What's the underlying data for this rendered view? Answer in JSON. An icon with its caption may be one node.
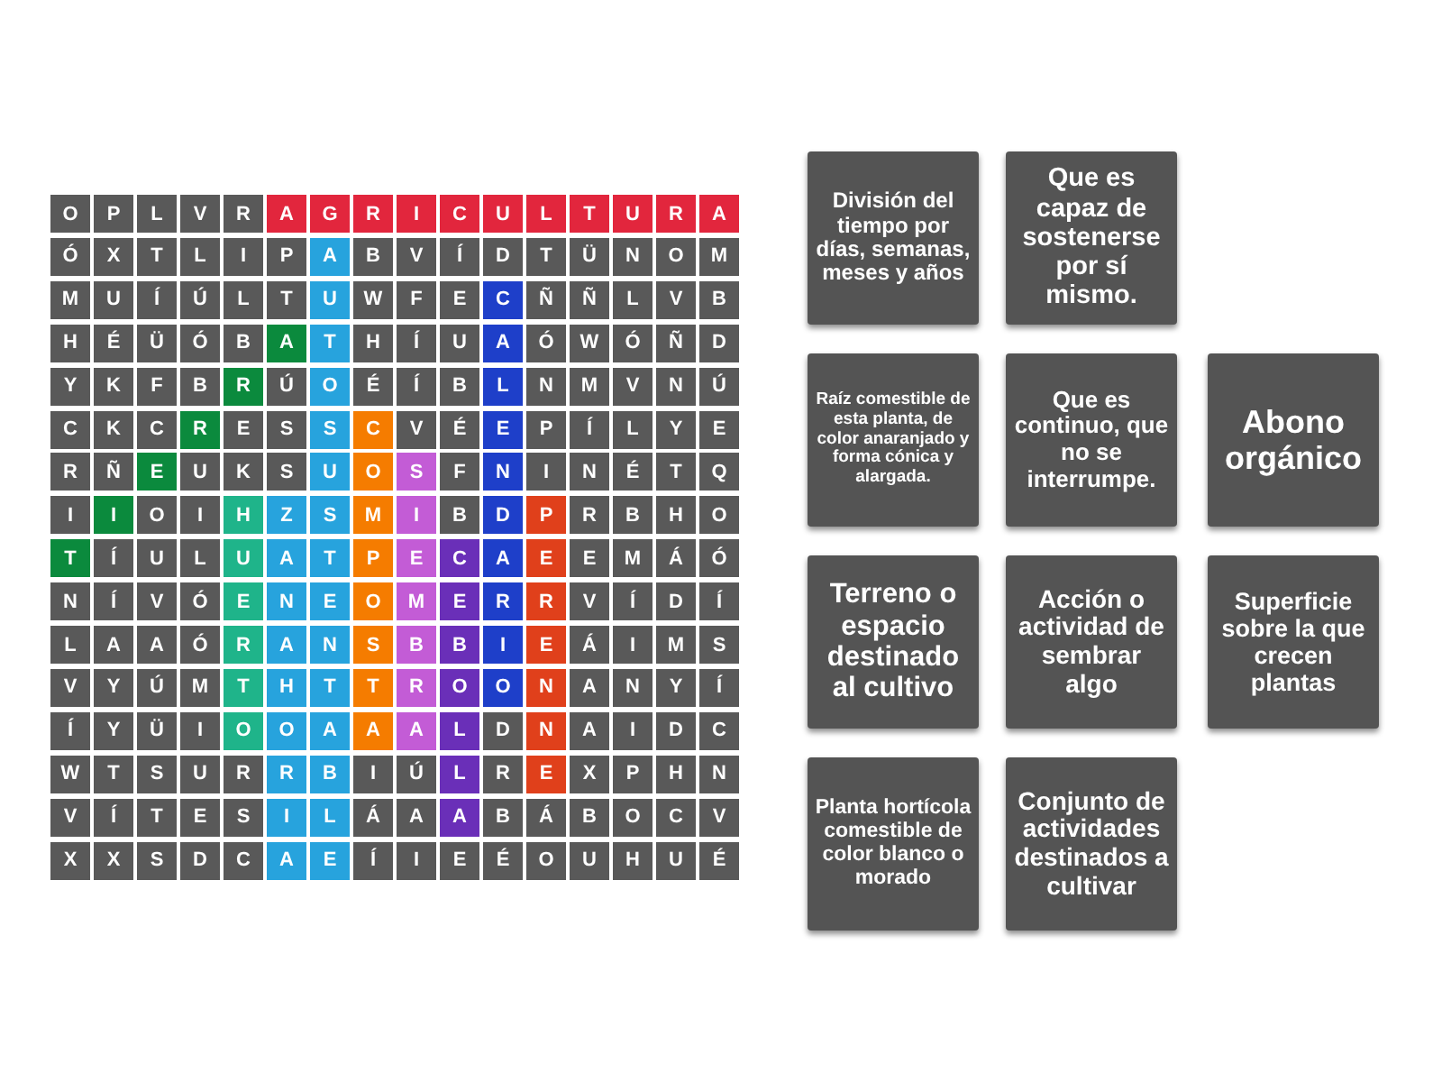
{
  "diagram": {
    "nodes": [
      {
        "text": [
          "División del tiempo por días, semanas, meses y años"
        ]
      },
      {
        "text": [
          "Que es capaz de sostenerse por sí mismo."
        ]
      },
      {
        "text": [
          "Raíz comestible de esta planta, de color anaranjado y forma cónica y alargada."
        ]
      },
      {
        "text": [
          "Que es continuo, que no se interrumpe."
        ]
      },
      {
        "text": [
          "Abono orgánico"
        ]
      },
      {
        "text": [
          "Terreno o espacio destinado al cultivo"
        ]
      },
      {
        "text": [
          "Acción o actividad de sembrar algo"
        ]
      },
      {
        "text": [
          "Superficie sobre la que crecen plantas"
        ]
      },
      {
        "text": [
          "Planta hortícola comestible de color blanco o morado"
        ]
      },
      {
        "text": [
          "Conjunto de actividades destinados a cultivar"
        ]
      }
    ],
    "labels": [
      "O",
      "P",
      "L",
      "V",
      "R",
      "A",
      "G",
      "R",
      "I",
      "C",
      "U",
      "L",
      "T",
      "U",
      "R",
      "A",
      "Ó",
      "X",
      "T",
      "L",
      "I",
      "P",
      "A",
      "B",
      "V",
      "Í",
      "D",
      "T",
      "Ü",
      "N",
      "O",
      "M",
      "M",
      "U",
      "Í",
      "Ú",
      "L",
      "T",
      "U",
      "W",
      "F",
      "E",
      "C",
      "Ñ",
      "Ñ",
      "L",
      "V",
      "B",
      "H",
      "É",
      "Ü",
      "Ó",
      "B",
      "A",
      "T",
      "H",
      "Í",
      "U",
      "A",
      "Ó",
      "W",
      "Ó",
      "Ñ",
      "D",
      "Y",
      "K",
      "F",
      "B",
      "R",
      "Ú",
      "O",
      "É",
      "Í",
      "B",
      "L",
      "N",
      "M",
      "V",
      "N",
      "Ú",
      "C",
      "K",
      "C",
      "R",
      "E",
      "S",
      "S",
      "C",
      "V",
      "É",
      "E",
      "P",
      "Í",
      "L",
      "Y",
      "E",
      "R",
      "Ñ",
      "E",
      "U",
      "K",
      "S",
      "U",
      "O",
      "S",
      "F",
      "N",
      "I",
      "N",
      "É",
      "T",
      "Q",
      "I",
      "I",
      "O",
      "I",
      "H",
      "Z",
      "S",
      "M",
      "I",
      "B",
      "D",
      "P",
      "R",
      "B",
      "H",
      "O",
      "T",
      "Í",
      "U",
      "L",
      "U",
      "A",
      "T",
      "P",
      "E",
      "C",
      "A",
      "E",
      "E",
      "M",
      "Á",
      "Ó",
      "N",
      "Í",
      "V",
      "Ó",
      "E",
      "N",
      "E",
      "O",
      "M",
      "E",
      "R",
      "R",
      "V",
      "Í",
      "D",
      "Í",
      "L",
      "A",
      "A",
      "Ó",
      "R",
      "A",
      "N",
      "S",
      "B",
      "B",
      "I",
      "E",
      "Á",
      "I",
      "M",
      "S",
      "V",
      "Y",
      "Ú",
      "M",
      "T",
      "H",
      "T",
      "T",
      "R",
      "O",
      "O",
      "N",
      "A",
      "N",
      "Y",
      "Í",
      "Í",
      "Y",
      "Ü",
      "I",
      "O",
      "O",
      "A",
      "A",
      "A",
      "L",
      "D",
      "N",
      "A",
      "I",
      "D",
      "C",
      "W",
      "T",
      "S",
      "U",
      "R",
      "R",
      "B",
      "I",
      "Ú",
      "L",
      "R",
      "E",
      "X",
      "P",
      "H",
      "N",
      "V",
      "Í",
      "T",
      "E",
      "S",
      "I",
      "L",
      "Á",
      "A",
      "A",
      "B",
      "Á",
      "B",
      "O",
      "C",
      "V",
      "X",
      "X",
      "S",
      "D",
      "C",
      "A",
      "E",
      "Í",
      "I",
      "E",
      "É",
      "O",
      "U",
      "H",
      "U",
      "É"
    ]
  }
}
